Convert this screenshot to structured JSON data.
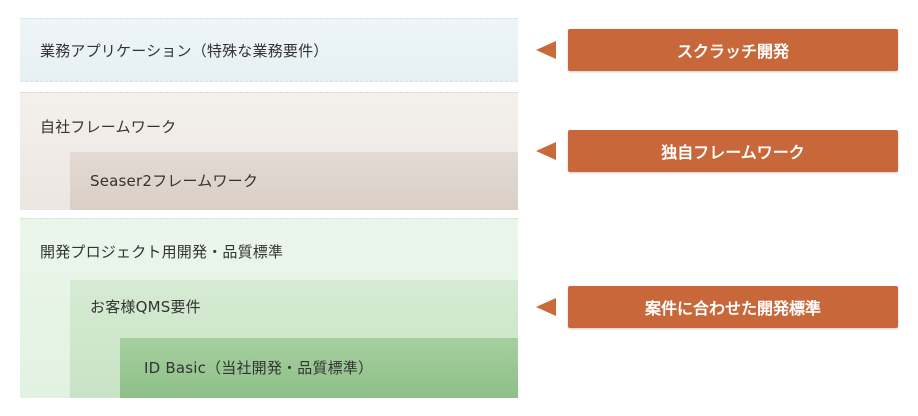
{
  "layers": {
    "business_app": "業務アプリケーション（特殊な業務要件）",
    "in_house_framework": "自社フレームワーク",
    "seasar_framework": "Seaser2フレームワーク",
    "dev_standards": "開発プロジェクト用開発・品質標準",
    "customer_qms": "お客様QMS要件",
    "id_basic": "ID Basic（当社開発・品質標準）"
  },
  "callouts": {
    "scratch": "スクラッチ開発",
    "original_framework": "独自フレームワーク",
    "matched_standards": "案件に合わせた開発標準"
  },
  "colors": {
    "callout": "#c8683a",
    "app_layer": "#e8f1f4",
    "framework_layer": "#efe9e4",
    "seasar_layer": "#ddd3cb",
    "standards_layer": "#e6f4e6",
    "qms_layer": "#cfe7cc",
    "id_basic_layer": "#98c692"
  }
}
